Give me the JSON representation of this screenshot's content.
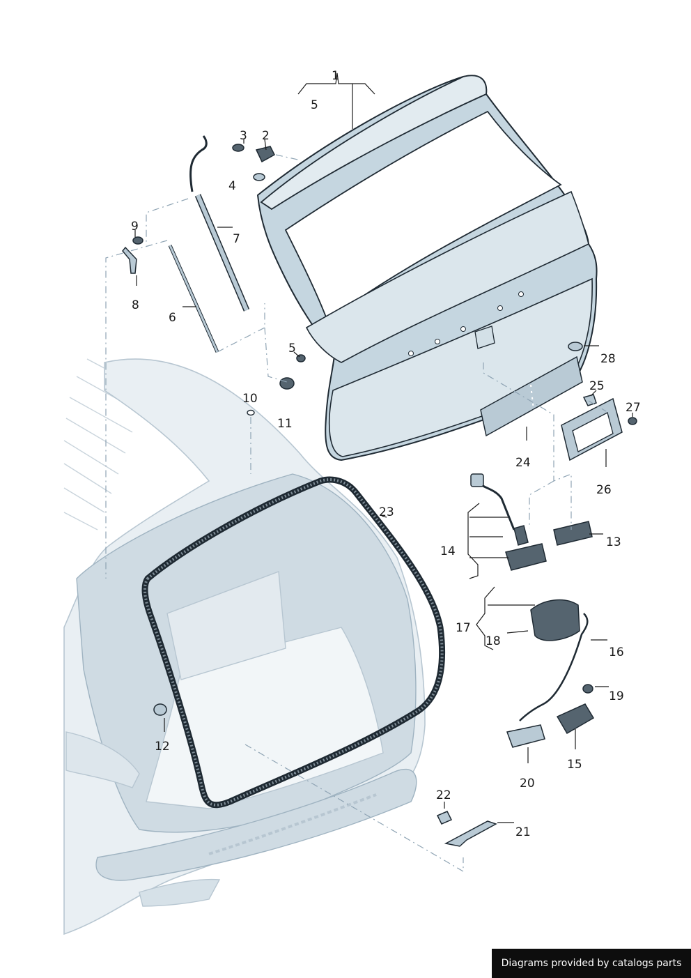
{
  "diagram": {
    "callouts": [
      {
        "id": "c1",
        "text": "1"
      },
      {
        "id": "c5a",
        "text": "5"
      },
      {
        "id": "c2",
        "text": "2"
      },
      {
        "id": "c3",
        "text": "3"
      },
      {
        "id": "c4",
        "text": "4"
      },
      {
        "id": "c7",
        "text": "7"
      },
      {
        "id": "c9",
        "text": "9"
      },
      {
        "id": "c8",
        "text": "8"
      },
      {
        "id": "c6",
        "text": "6"
      },
      {
        "id": "c5b",
        "text": "5"
      },
      {
        "id": "c10",
        "text": "10"
      },
      {
        "id": "c11",
        "text": "11"
      },
      {
        "id": "c28",
        "text": "28"
      },
      {
        "id": "c25",
        "text": "25"
      },
      {
        "id": "c27",
        "text": "27"
      },
      {
        "id": "c24",
        "text": "24"
      },
      {
        "id": "c26",
        "text": "26"
      },
      {
        "id": "c23",
        "text": "23"
      },
      {
        "id": "c14",
        "text": "14"
      },
      {
        "id": "c13",
        "text": "13"
      },
      {
        "id": "c17",
        "text": "17"
      },
      {
        "id": "c18",
        "text": "18"
      },
      {
        "id": "c16",
        "text": "16"
      },
      {
        "id": "c19",
        "text": "19"
      },
      {
        "id": "c15",
        "text": "15"
      },
      {
        "id": "c20",
        "text": "20"
      },
      {
        "id": "c12",
        "text": "12"
      },
      {
        "id": "c22",
        "text": "22"
      },
      {
        "id": "c21",
        "text": "21"
      }
    ]
  },
  "footer": {
    "credit": "Diagrams provided by catalogs parts"
  }
}
